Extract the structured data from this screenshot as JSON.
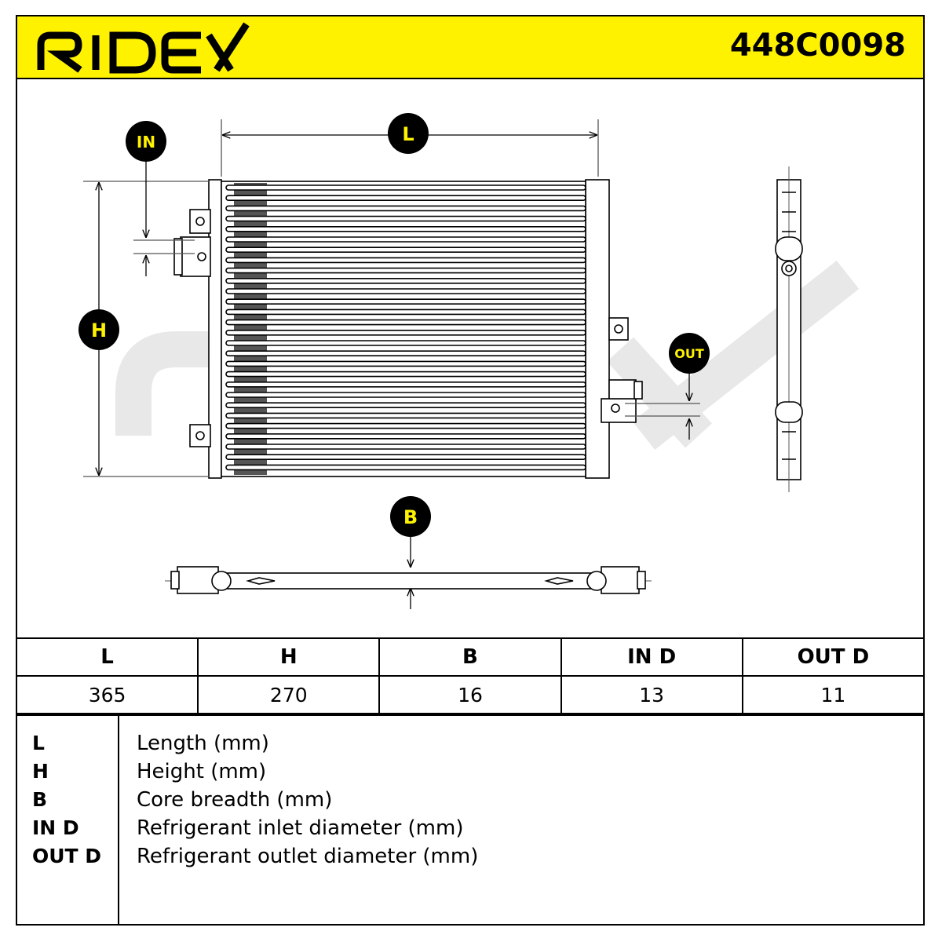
{
  "header": {
    "brand": "RIDEX",
    "part_number": "448C0098",
    "background_color": "#fff200"
  },
  "diagram": {
    "labels": {
      "length": "L",
      "height": "H",
      "breadth": "B",
      "inlet": "IN",
      "outlet": "OUT"
    },
    "watermark": "RIDEX"
  },
  "spec_table": {
    "headers": [
      "L",
      "H",
      "B",
      "IN D",
      "OUT D"
    ],
    "values": [
      "365",
      "270",
      "16",
      "13",
      "11"
    ]
  },
  "legend": [
    {
      "key": "L",
      "description": "Length (mm)"
    },
    {
      "key": "H",
      "description": "Height (mm)"
    },
    {
      "key": "B",
      "description": "Core breadth (mm)"
    },
    {
      "key": "IN D",
      "description": "Refrigerant inlet diameter (mm)"
    },
    {
      "key": "OUT D",
      "description": "Refrigerant outlet diameter (mm)"
    }
  ]
}
